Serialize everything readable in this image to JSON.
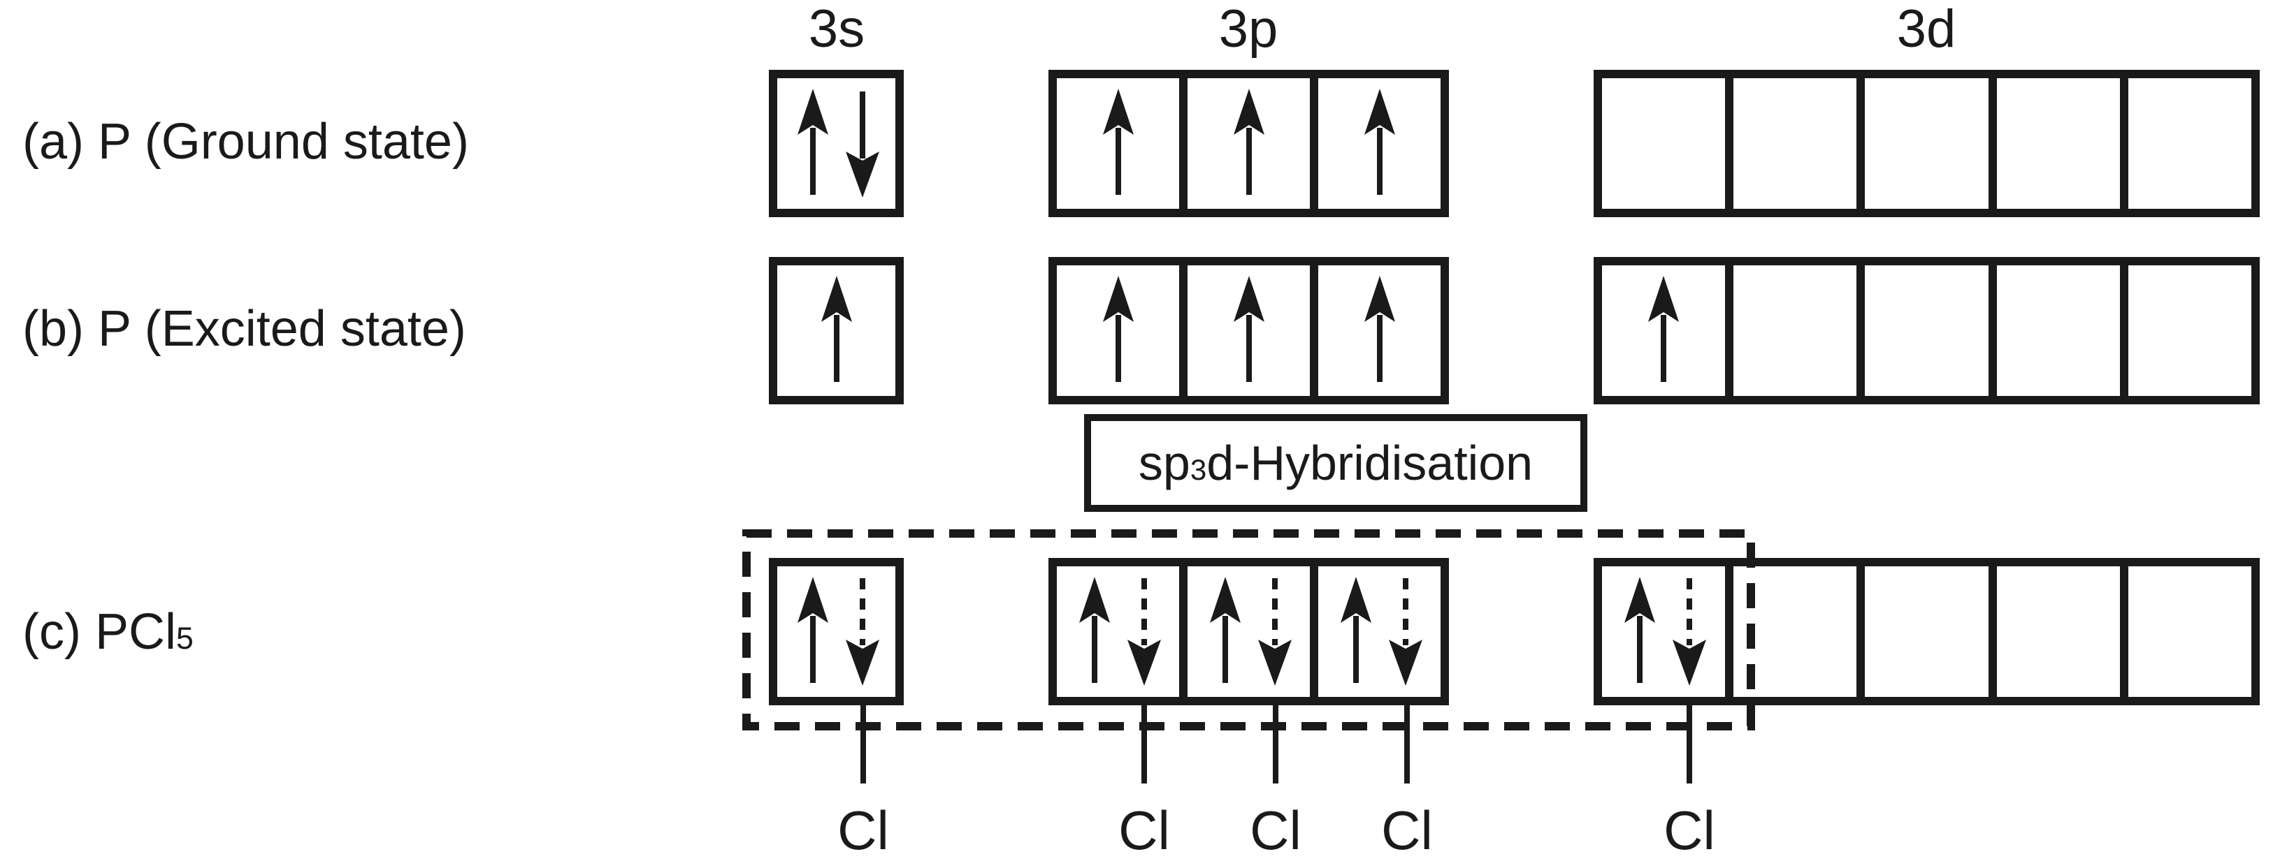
{
  "page": {
    "background": "#ffffff",
    "ink": "#1a1a1a"
  },
  "diagram": {
    "column_headers": [
      "3s",
      "3p",
      "3d"
    ],
    "rows": [
      {
        "label": "(a) P (Ground state)",
        "s": [
          "pair_solid"
        ],
        "p": [
          "single",
          "single",
          "single"
        ],
        "d": [
          "empty",
          "empty",
          "empty",
          "empty",
          "empty"
        ]
      },
      {
        "label": "(b) P (Excited state)",
        "s": [
          "single"
        ],
        "p": [
          "single",
          "single",
          "single"
        ],
        "d": [
          "single",
          "empty",
          "empty",
          "empty",
          "empty"
        ]
      },
      {
        "label": "(c) PCl",
        "label_sub": "5",
        "s": [
          "pair_dashed"
        ],
        "p": [
          "pair_dashed",
          "pair_dashed",
          "pair_dashed"
        ],
        "d": [
          "pair_dashed",
          "empty",
          "empty",
          "empty",
          "empty"
        ]
      }
    ],
    "hybridisation": {
      "base": "sp",
      "superscript": "3",
      "rest": "d-Hybridisation"
    },
    "bond_labels": [
      "Cl",
      "Cl",
      "Cl",
      "Cl",
      "Cl"
    ]
  }
}
